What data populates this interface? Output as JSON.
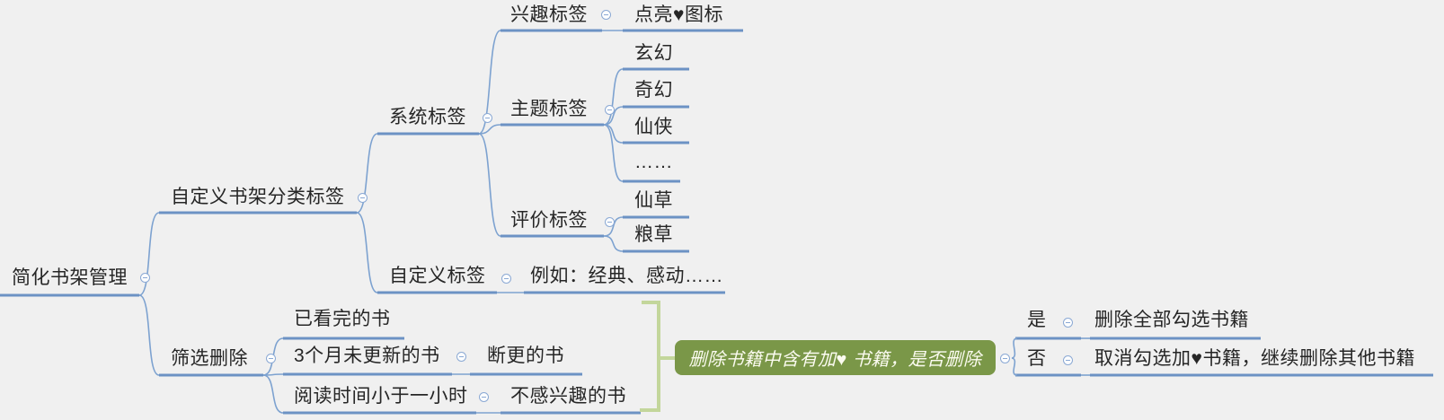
{
  "app": "mind-map",
  "colors": {
    "background": "#f0f0f0",
    "branch_line": "#6c92c4",
    "collapse_icon_stroke": "#8ba9d4",
    "text": "#262626",
    "summary_bracket": "#c3d69b",
    "callout_background": "#7a9748",
    "callout_text": "#fbfbf0"
  },
  "icons": {
    "collapse": "minus-in-circle"
  },
  "mindmap": {
    "root": {
      "label": "简化书架管理"
    },
    "custom_shelf": {
      "label": "自定义书架分类标签"
    },
    "system_tags": {
      "label": "系统标签"
    },
    "interest_tag": {
      "label": "兴趣标签"
    },
    "interest_child": {
      "label": "点亮♥图标"
    },
    "theme_tag": {
      "label": "主题标签"
    },
    "theme_items": [
      "玄幻",
      "奇幻",
      "仙侠",
      "……"
    ],
    "rating_tag": {
      "label": "评价标签"
    },
    "rating_items": [
      "仙草",
      "粮草"
    ],
    "custom_tag": {
      "label": "自定义标签"
    },
    "custom_tag_example": {
      "label": "例如：经典、感动……"
    },
    "filter_delete": {
      "label": "筛选删除"
    },
    "finished_books": {
      "label": "已看完的书"
    },
    "not_updated": {
      "label": "3个月未更新的书"
    },
    "discontinued": {
      "label": "断更的书"
    },
    "read_less_hour": {
      "label": "阅读时间小于一小时"
    },
    "not_interested": {
      "label": "不感兴趣的书"
    },
    "callout": {
      "label": "删除书籍中含有加♥ 书籍，是否删除"
    },
    "yes": {
      "label": "是"
    },
    "yes_child": {
      "label": "删除全部勾选书籍"
    },
    "no": {
      "label": "否"
    },
    "no_child": {
      "label": "取消勾选加♥书籍，继续删除其他书籍"
    }
  }
}
